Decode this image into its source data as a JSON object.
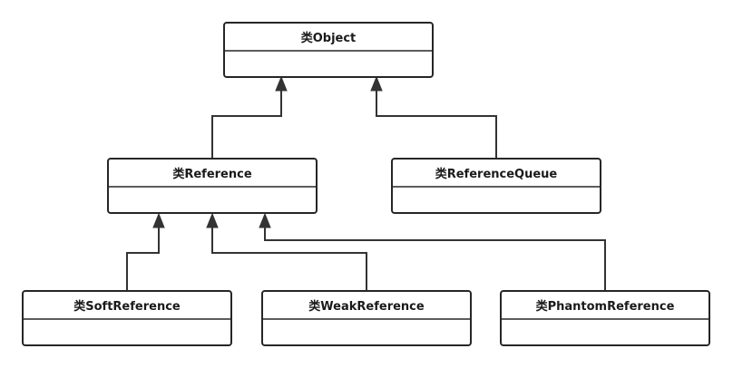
{
  "classes": {
    "object": {
      "name": "类Object"
    },
    "reference": {
      "name": "类Reference"
    },
    "reference_queue": {
      "name": "类ReferenceQueue"
    },
    "soft_reference": {
      "name": "类SoftReference"
    },
    "weak_reference": {
      "name": "类WeakReference"
    },
    "phantom_reference": {
      "name": "类PhantomReference"
    }
  },
  "relationships": [
    {
      "from": "类Reference",
      "to": "类Object",
      "type": "inheritance"
    },
    {
      "from": "类ReferenceQueue",
      "to": "类Object",
      "type": "inheritance"
    },
    {
      "from": "类SoftReference",
      "to": "类Reference",
      "type": "inheritance"
    },
    {
      "from": "类WeakReference",
      "to": "类Reference",
      "type": "inheritance"
    },
    {
      "from": "类PhantomReference",
      "to": "类Reference",
      "type": "inheritance"
    }
  ],
  "colors": {
    "stroke": "#262626",
    "background": "#ffffff"
  }
}
